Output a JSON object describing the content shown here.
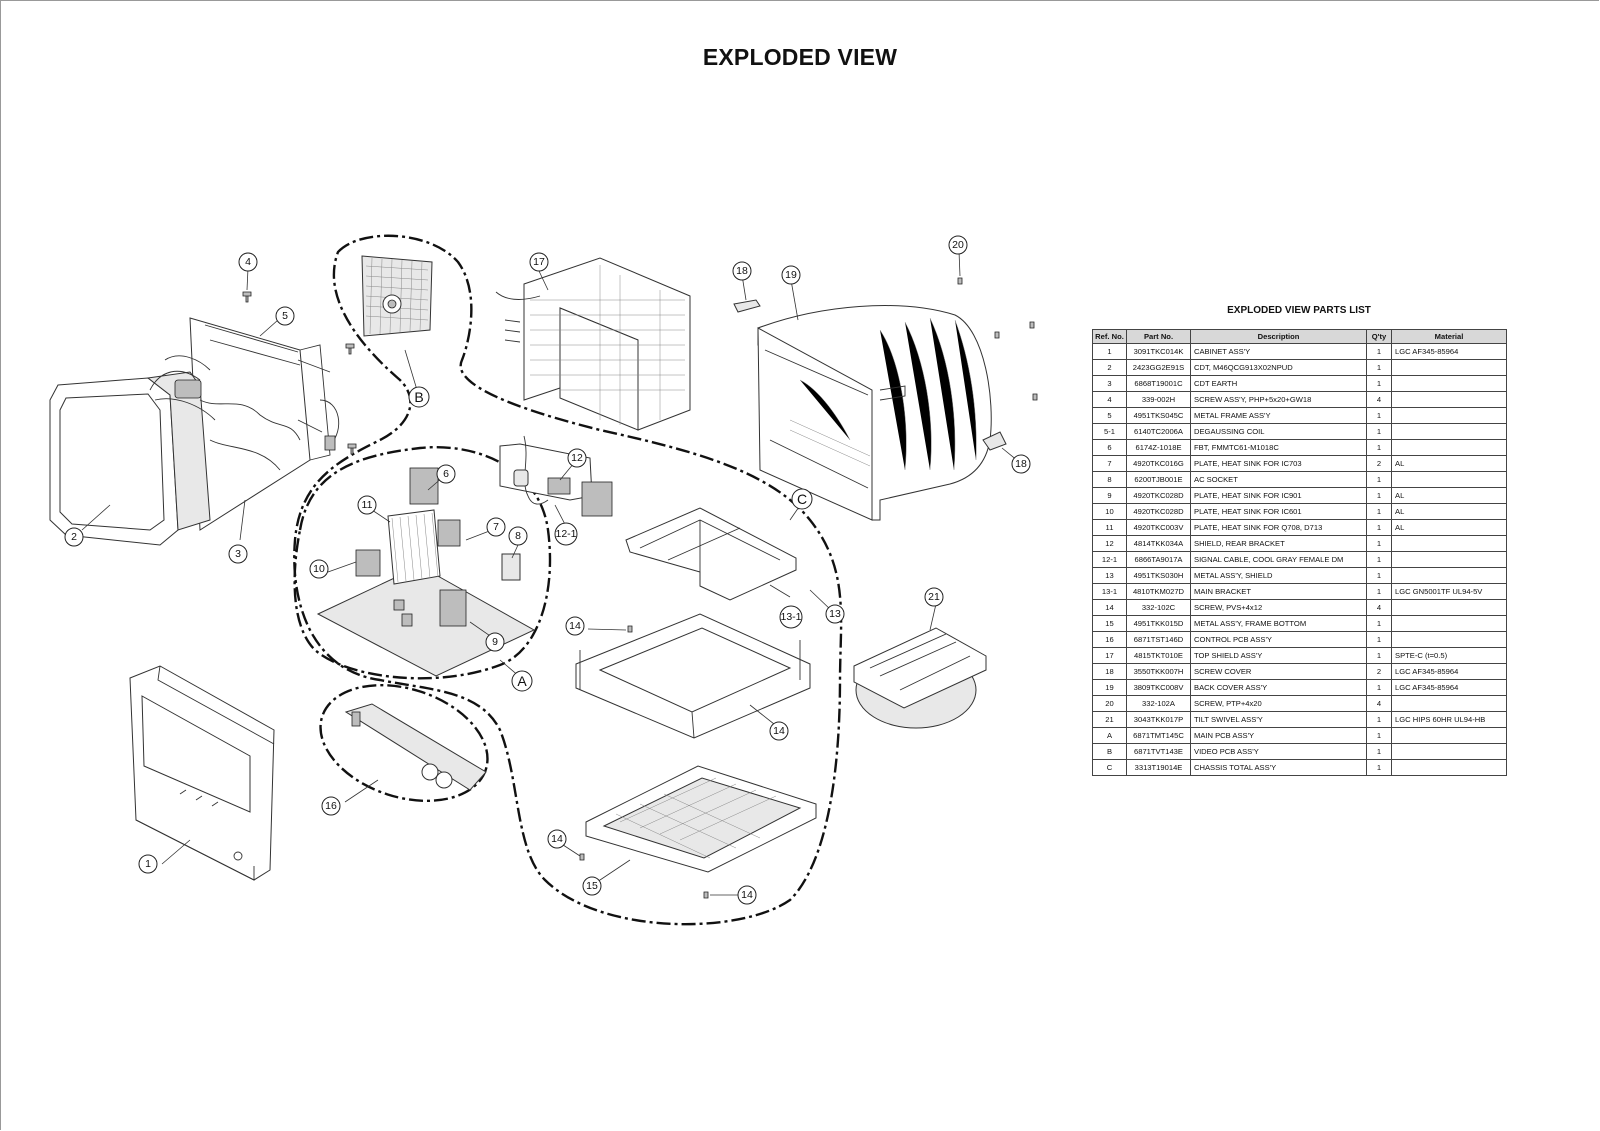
{
  "page": {
    "title": "EXPLODED VIEW"
  },
  "callouts": [
    "1",
    "2",
    "3",
    "4",
    "5",
    "6",
    "7",
    "8",
    "9",
    "10",
    "11",
    "12",
    "12-1",
    "13",
    "13-1",
    "14",
    "15",
    "16",
    "17",
    "18",
    "19",
    "20",
    "21",
    "A",
    "B",
    "C"
  ],
  "parts_list": {
    "title": "EXPLODED VIEW PARTS LIST",
    "columns": [
      "Ref. No.",
      "Part No.",
      "Description",
      "Q'ty",
      "Material"
    ],
    "rows": [
      {
        "ref": "1",
        "part": "3091TKC014K",
        "desc": "CABINET ASS'Y",
        "qty": "1",
        "material": "LGC AF345-85964"
      },
      {
        "ref": "2",
        "part": "2423GG2E91S",
        "desc": "CDT, M46QCG913X02NPUD",
        "qty": "1",
        "material": ""
      },
      {
        "ref": "3",
        "part": "6868T19001C",
        "desc": "CDT EARTH",
        "qty": "1",
        "material": ""
      },
      {
        "ref": "4",
        "part": "339-002H",
        "desc": "SCREW ASS'Y, PHP+5x20+GW18",
        "qty": "4",
        "material": ""
      },
      {
        "ref": "5",
        "part": "4951TKS045C",
        "desc": "METAL FRAME ASS'Y",
        "qty": "1",
        "material": ""
      },
      {
        "ref": "5-1",
        "part": "6140TC2006A",
        "desc": "DEGAUSSING COIL",
        "qty": "1",
        "material": ""
      },
      {
        "ref": "6",
        "part": "6174Z-1018E",
        "desc": "FBT, FMMTC61-M1018C",
        "qty": "1",
        "material": ""
      },
      {
        "ref": "7",
        "part": "4920TKC016G",
        "desc": "PLATE, HEAT SINK FOR IC703",
        "qty": "2",
        "material": "AL"
      },
      {
        "ref": "8",
        "part": "6200TJB001E",
        "desc": "AC SOCKET",
        "qty": "1",
        "material": ""
      },
      {
        "ref": "9",
        "part": "4920TKC028D",
        "desc": "PLATE, HEAT SINK FOR IC901",
        "qty": "1",
        "material": "AL"
      },
      {
        "ref": "10",
        "part": "4920TKC028D",
        "desc": "PLATE, HEAT SINK FOR IC601",
        "qty": "1",
        "material": "AL"
      },
      {
        "ref": "11",
        "part": "4920TKC003V",
        "desc": "PLATE, HEAT SINK FOR Q708, D713",
        "qty": "1",
        "material": "AL"
      },
      {
        "ref": "12",
        "part": "4814TKK034A",
        "desc": "SHIELD, REAR BRACKET",
        "qty": "1",
        "material": ""
      },
      {
        "ref": "12-1",
        "part": "6866TA9017A",
        "desc": "SIGNAL CABLE, COOL GRAY FEMALE DM",
        "qty": "1",
        "material": ""
      },
      {
        "ref": "13",
        "part": "4951TKS030H",
        "desc": "METAL ASS'Y, SHIELD",
        "qty": "1",
        "material": ""
      },
      {
        "ref": "13-1",
        "part": "4810TKM027D",
        "desc": "MAIN BRACKET",
        "qty": "1",
        "material": "LGC GN5001TF    UL94-5V"
      },
      {
        "ref": "14",
        "part": "332-102C",
        "desc": "SCREW, PVS+4x12",
        "qty": "4",
        "material": ""
      },
      {
        "ref": "15",
        "part": "4951TKK015D",
        "desc": "METAL ASS'Y, FRAME BOTTOM",
        "qty": "1",
        "material": ""
      },
      {
        "ref": "16",
        "part": "6871TST146D",
        "desc": "CONTROL PCB ASS'Y",
        "qty": "1",
        "material": ""
      },
      {
        "ref": "17",
        "part": "4815TKT010E",
        "desc": "TOP SHIELD ASS'Y",
        "qty": "1",
        "material": "SPTE-C (t=0.5)"
      },
      {
        "ref": "18",
        "part": "3550TKK007H",
        "desc": "SCREW COVER",
        "qty": "2",
        "material": "LGC AF345-85964"
      },
      {
        "ref": "19",
        "part": "3809TKC008V",
        "desc": "BACK COVER ASS'Y",
        "qty": "1",
        "material": "LGC AF345-85964"
      },
      {
        "ref": "20",
        "part": "332-102A",
        "desc": "SCREW, PTP+4x20",
        "qty": "4",
        "material": ""
      },
      {
        "ref": "21",
        "part": "3043TKK017P",
        "desc": "TILT SWIVEL ASS'Y",
        "qty": "1",
        "material": "LGC HIPS 60HR    UL94-HB"
      },
      {
        "ref": "A",
        "part": "6871TMT145C",
        "desc": "MAIN PCB ASS'Y",
        "qty": "1",
        "material": ""
      },
      {
        "ref": "B",
        "part": "6871TVT143E",
        "desc": "VIDEO PCB ASS'Y",
        "qty": "1",
        "material": ""
      },
      {
        "ref": "C",
        "part": "3313T19014E",
        "desc": "CHASSIS TOTAL ASS'Y",
        "qty": "1",
        "material": ""
      }
    ]
  }
}
